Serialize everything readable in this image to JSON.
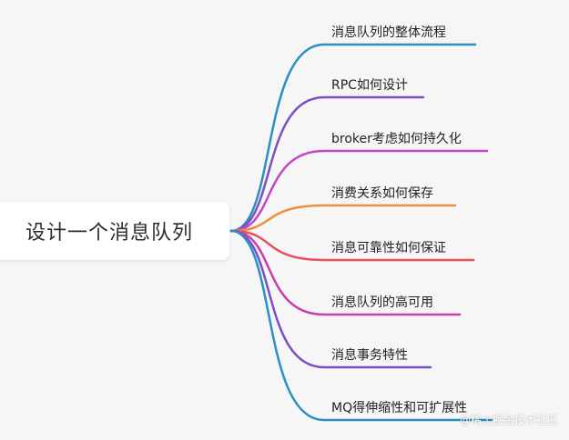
{
  "root": {
    "label": "设计一个消息队列"
  },
  "branches": [
    {
      "label": "消息队列的整体流程",
      "color": "#2a8fc2"
    },
    {
      "label": "RPC如何设计",
      "color": "#7b4fc9"
    },
    {
      "label": "broker考虑如何持久化",
      "color": "#c147c7"
    },
    {
      "label": "消费关系如何保存",
      "color": "#ef8d3a"
    },
    {
      "label": "消息可靠性如何保证",
      "color": "#e8505b"
    },
    {
      "label": "消息队列的高可用",
      "color": "#c93ea8"
    },
    {
      "label": "消息事务特性",
      "color": "#7b4fc9"
    },
    {
      "label": "MQ得伸缩性和可扩展性",
      "color": "#2a8fc2"
    }
  ],
  "watermark": "@稀土掘金技术社区"
}
